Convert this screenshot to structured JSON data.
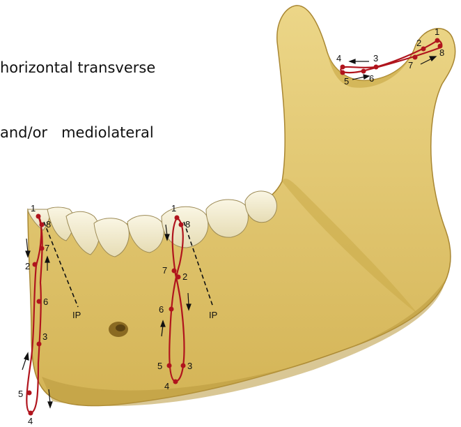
{
  "text_lines": [
    "horizontal transverse",
    "and/or   mediolateral"
  ],
  "labels": {
    "incisor": [
      "1",
      "2",
      "3",
      "4",
      "5",
      "6",
      "7",
      "8"
    ],
    "molar": [
      "1",
      "2",
      "3",
      "4",
      "5",
      "6",
      "7",
      "8"
    ],
    "condyle": [
      "1",
      "2",
      "3",
      "4",
      "5",
      "6",
      "7",
      "8"
    ],
    "ip_incisor": "IP",
    "ip_molar": "IP"
  },
  "colors": {
    "bone": "#e2c871",
    "bone_shadow": "#c8a743",
    "bone_outline": "#a88632",
    "tooth": "#f4efd6",
    "path": "#b0141d",
    "arrow": "#111111"
  }
}
